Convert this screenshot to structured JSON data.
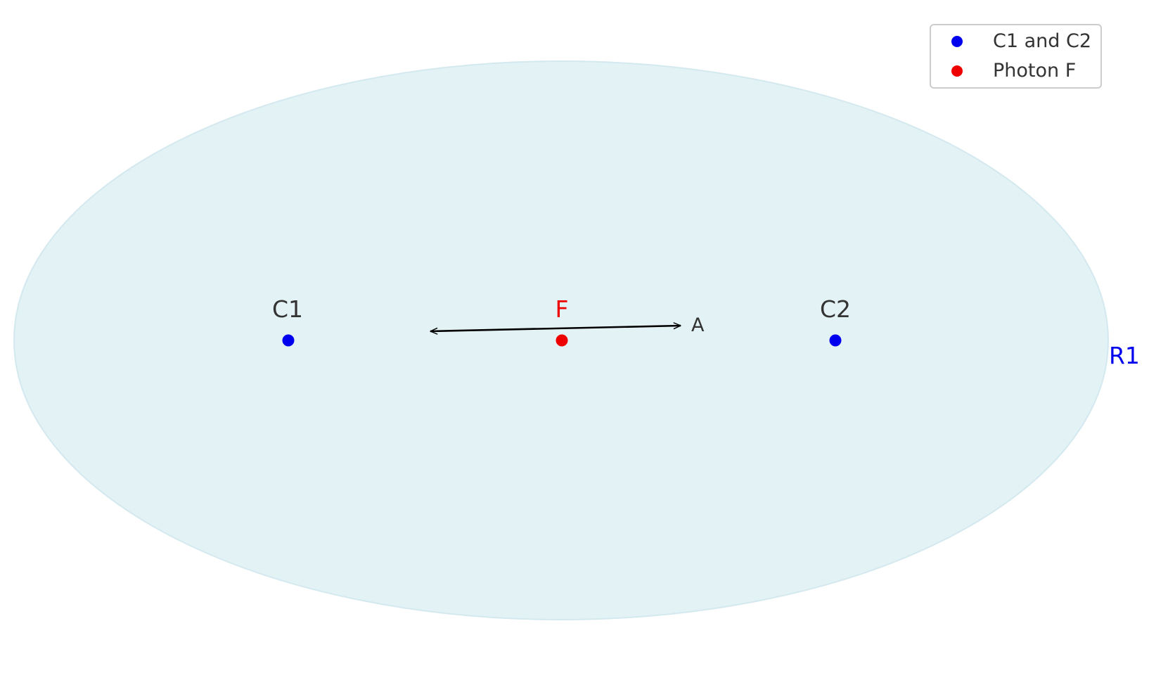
{
  "colors": {
    "region_fill": "#e3f2f5",
    "region_stroke": "#d4e9ef",
    "particle": "#0000ee",
    "photon": "#ee0000",
    "text": "#333333",
    "region_label": "#0000ee",
    "arrow": "#000000",
    "legend_border": "#cccccc"
  },
  "labels": {
    "c1": "C1",
    "c2": "C2",
    "photon": "F",
    "arrow": "A",
    "region": "R1"
  },
  "legend": {
    "particles": "C1 and C2",
    "photon": "Photon F"
  },
  "icons": {
    "particle_marker": "dot",
    "photon_marker": "dot",
    "arrow": "double-headed-arrow"
  }
}
